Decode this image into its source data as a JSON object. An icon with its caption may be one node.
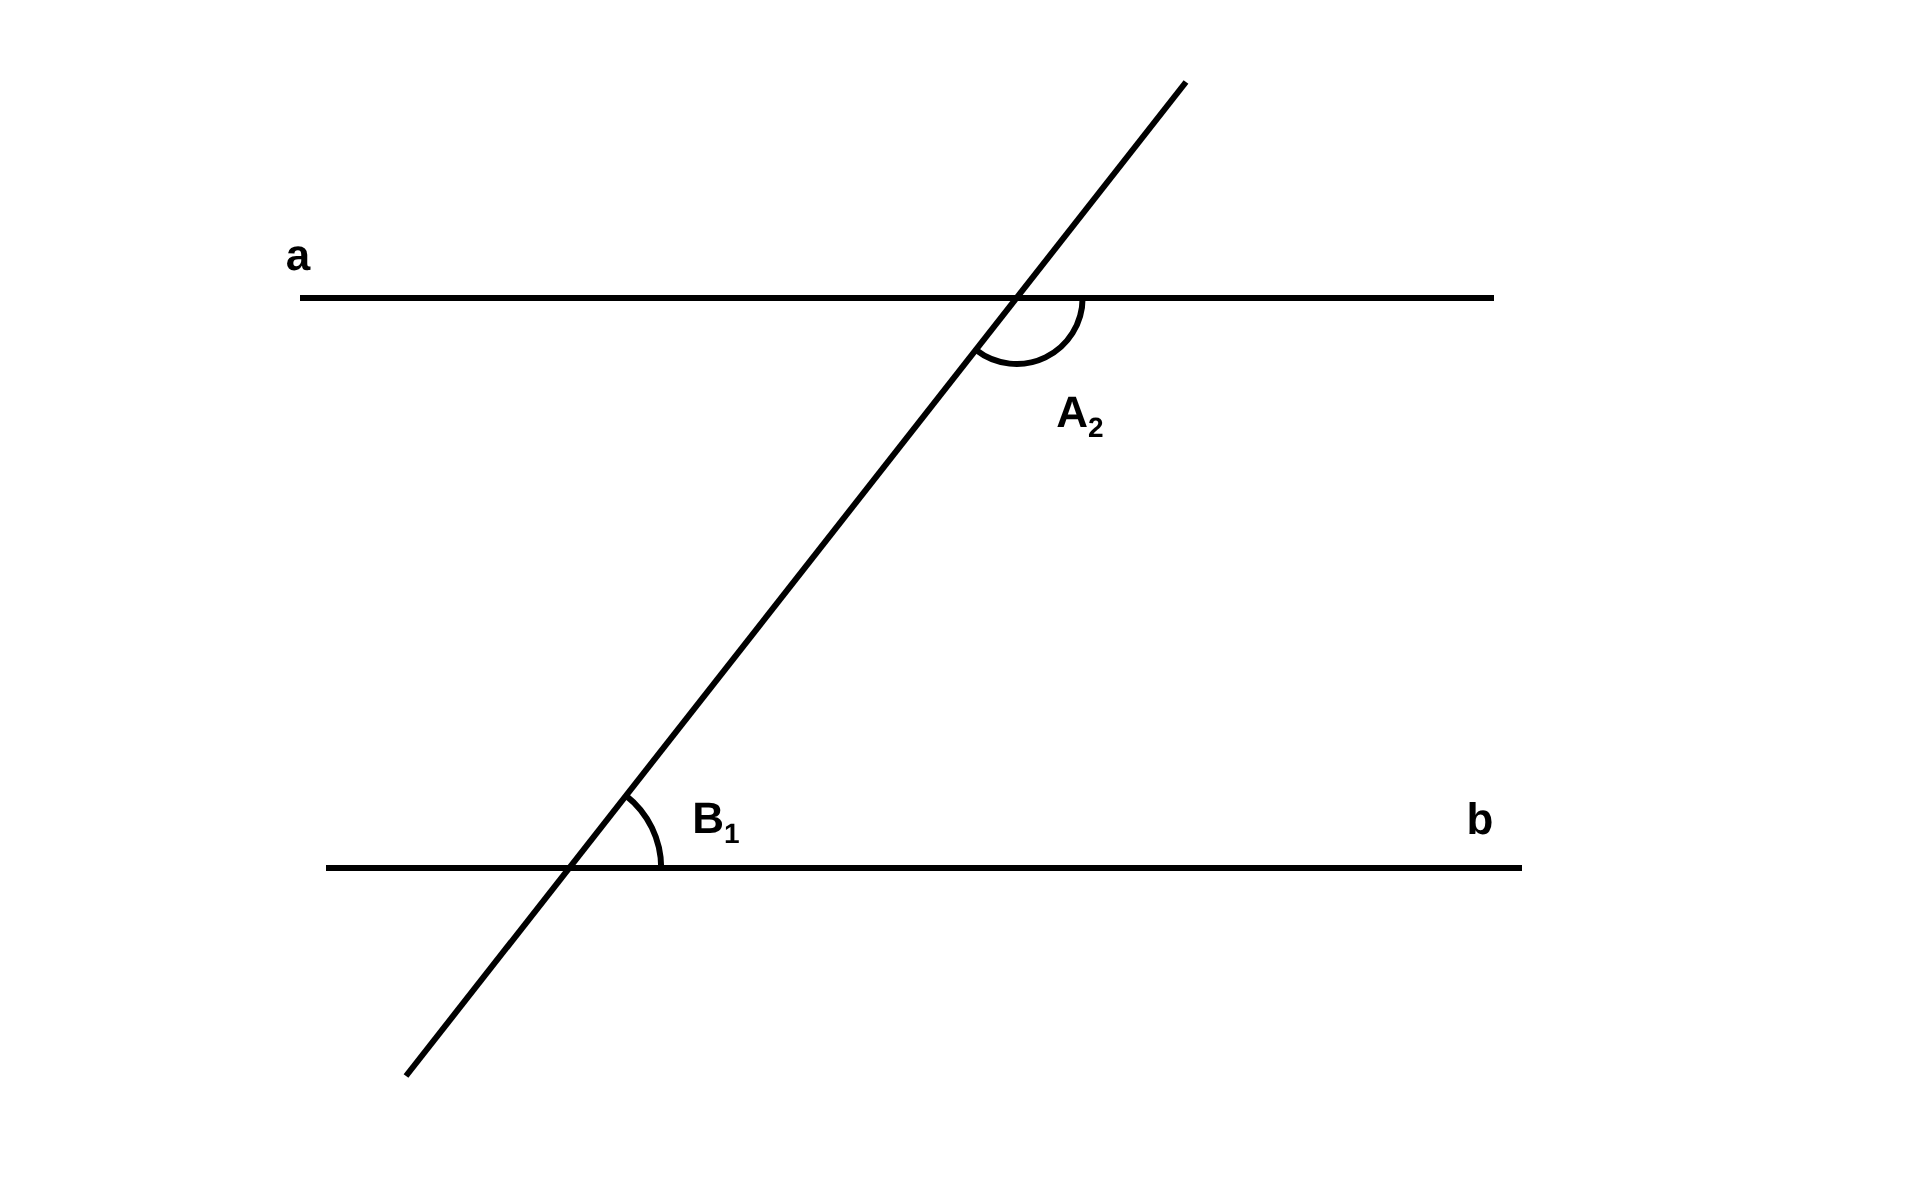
{
  "diagram": {
    "labels": [
      "a",
      "A$_{2}$",
      "B$_{1}$",
      "b"
    ]
  }
}
